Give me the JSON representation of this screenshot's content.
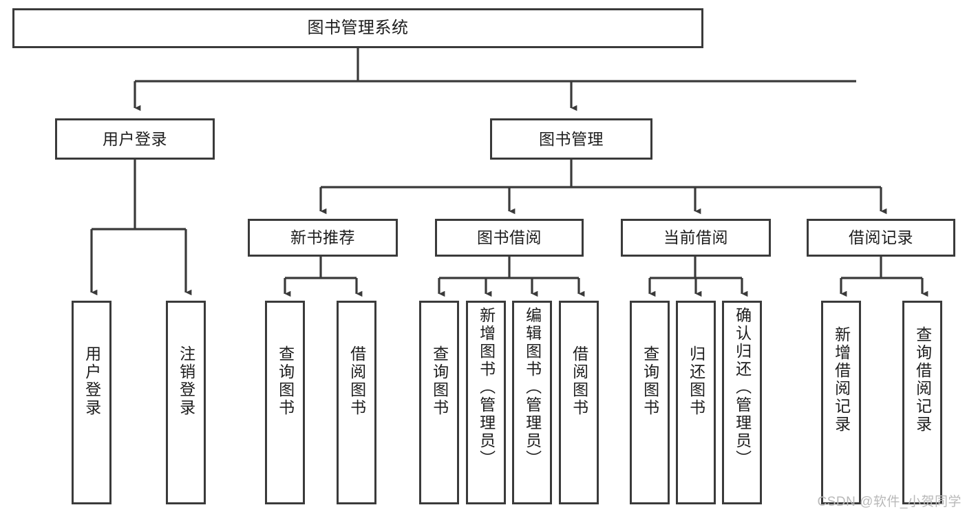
{
  "diagram": {
    "type": "tree",
    "title": "图书管理系统",
    "orientation": "top-down",
    "line_color": "#3a3a3a",
    "box_fill": "#ffffff",
    "text_color": "#1d1d1d"
  },
  "nodes": {
    "root": {
      "label": "图书管理系统",
      "level": 0
    },
    "l1": [
      {
        "id": "user_login",
        "label": "用户登录"
      },
      {
        "id": "book_mgmt",
        "label": "图书管理"
      }
    ],
    "l2": [
      {
        "id": "new_book_rec",
        "label": "新书推荐",
        "parent": "book_mgmt"
      },
      {
        "id": "book_borrow",
        "label": "图书借阅",
        "parent": "book_mgmt"
      },
      {
        "id": "current_borrow",
        "label": "当前借阅",
        "parent": "book_mgmt"
      },
      {
        "id": "borrow_record",
        "label": "借阅记录",
        "parent": "book_mgmt"
      }
    ],
    "leaves": [
      {
        "id": "leaf_user_login",
        "label": "用户登录",
        "parent": "user_login"
      },
      {
        "id": "leaf_logout",
        "label": "注销登录",
        "parent": "user_login"
      },
      {
        "id": "leaf_query_book_1",
        "label": "查询图书",
        "parent": "new_book_rec"
      },
      {
        "id": "leaf_borrow_book_1",
        "label": "借阅图书",
        "parent": "new_book_rec"
      },
      {
        "id": "leaf_query_book_2",
        "label": "查询图书",
        "parent": "book_borrow"
      },
      {
        "id": "leaf_add_book",
        "label": "新增图书（管理员）",
        "parent": "book_borrow"
      },
      {
        "id": "leaf_edit_book",
        "label": "编辑图书（管理员）",
        "parent": "book_borrow"
      },
      {
        "id": "leaf_borrow_book_2",
        "label": "借阅图书",
        "parent": "book_borrow"
      },
      {
        "id": "leaf_query_book_3",
        "label": "查询图书",
        "parent": "current_borrow"
      },
      {
        "id": "leaf_return_book",
        "label": "归还图书",
        "parent": "current_borrow"
      },
      {
        "id": "leaf_confirm_return",
        "label": "确认归还（管理员）",
        "parent": "current_borrow"
      },
      {
        "id": "leaf_add_record",
        "label": "新增借阅记录",
        "parent": "borrow_record"
      },
      {
        "id": "leaf_query_record",
        "label": "查询借阅记录",
        "parent": "borrow_record"
      }
    ]
  },
  "watermark": {
    "text": "CSDN @软件_小贺同学"
  }
}
